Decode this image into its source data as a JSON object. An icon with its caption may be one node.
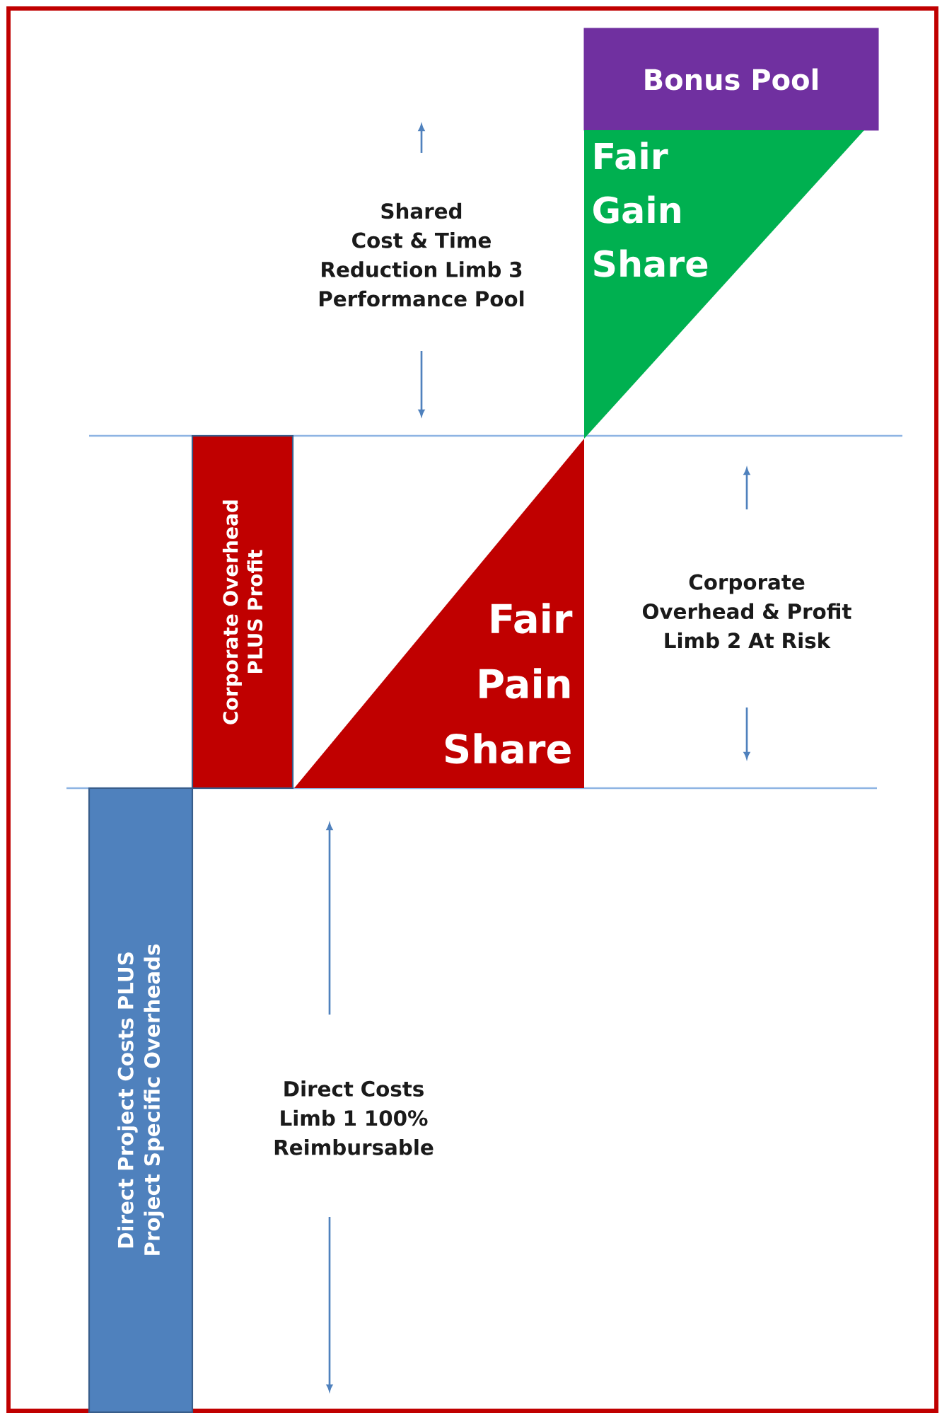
{
  "diagram": {
    "nodes": [
      {
        "text": [
          "Bonus Pool"
        ]
      },
      {
        "text": [
          "Fair Gain Share"
        ]
      },
      {
        "text": [
          "Corporate Overhead PLUS Profit"
        ]
      },
      {
        "text": [
          "Fair Pain Share"
        ]
      },
      {
        "text": [
          "Direct Project Costs PLUS Project Specific Overheads"
        ]
      }
    ],
    "labels": [
      "Shared Cost & Time Reduction Limb 3 Performance Pool",
      "Corporate Overhead & Profit Limb 2 At Risk",
      "Direct Costs Limb 1 100% Reimbursable"
    ]
  }
}
